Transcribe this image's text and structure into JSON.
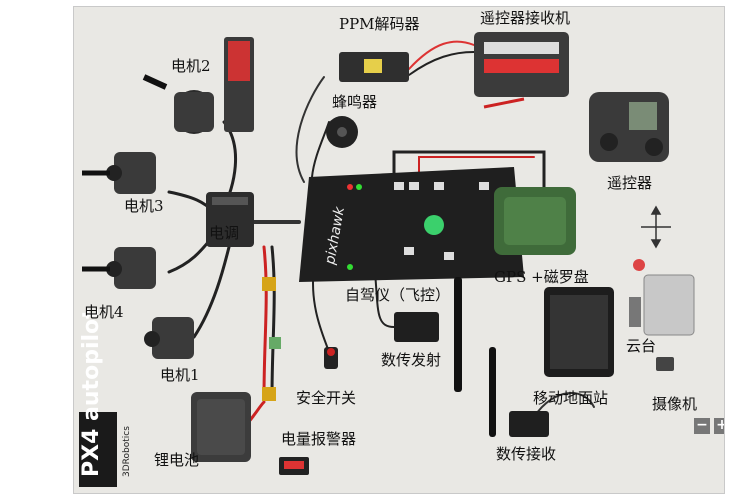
{
  "diagram": {
    "labels": {
      "ppm_decoder": "PPM解码器",
      "receiver": "遥控器接收机",
      "motor2": "电机2",
      "buzzer": "蜂鸣器",
      "motor3": "电机3",
      "esc": "电调",
      "transmitter": "遥控器",
      "gps": "GPS +磁罗盘",
      "autopilot": "自驾仪（飞控）",
      "motor4": "电机4",
      "telemetry_tx": "数传发射",
      "gimbal": "云台",
      "motor1": "电机1",
      "safety_switch": "安全开关",
      "ground_station": "移动地面站",
      "camera": "摄像机",
      "battery": "锂电池",
      "battery_alarm": "电量报警器",
      "telemetry_rx": "数传接收"
    },
    "logos": {
      "px4_brand": "PX4 autopilot",
      "robotics_brand": "3DRobotics",
      "pixhawk_brand": "pixhawk"
    },
    "zoom": {
      "minus": "−",
      "plus": "+"
    }
  }
}
